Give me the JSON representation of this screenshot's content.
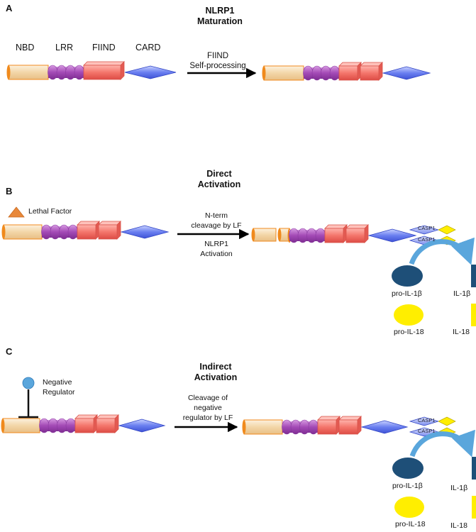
{
  "colors": {
    "nbd": "#f5dfb8",
    "nbd_edge": "#f08a1c",
    "lrr": "#b05ac0",
    "fiind": "#f46d66",
    "card": "#5a6fe8",
    "arrow": "#000000",
    "lethal_factor": "#e8883a",
    "regulator": "#5aa6dc",
    "il1b": "#1e4f78",
    "il18": "#ffee00",
    "casp_curve": "#5aa6dc"
  },
  "panel_a": {
    "letter": "A",
    "title_line1": "NLRP1",
    "title_line2": "Maturation",
    "domains": [
      "NBD",
      "LRR",
      "FIIND",
      "CARD"
    ],
    "step_line1": "FIIND",
    "step_line2": "Self-processing"
  },
  "panel_b": {
    "letter": "B",
    "title_line1": "Direct",
    "title_line2": "Activation",
    "trigger_label": "Lethal Factor",
    "step_line1": "N-term",
    "step_line2": "cleavage by LF",
    "step_line3": "NLRP1",
    "step_line4": "Activation",
    "casp_top": "CASP1",
    "casp_bottom": "CASP1",
    "pro_il1b": "pro-IL-1β",
    "il1b": "IL-1β",
    "pro_il18": "pro-IL-18",
    "il18": "IL-18"
  },
  "panel_c": {
    "letter": "C",
    "title_line1": "Indirect",
    "title_line2": "Activation",
    "regulator_line1": "Negative",
    "regulator_line2": "Regulator",
    "step_line1": "Cleavage of",
    "step_line2": "negative",
    "step_line3": "regulator by LF",
    "casp_top": "CASP1",
    "casp_bottom": "CASP1",
    "pro_il1b": "pro-IL-1β",
    "il1b": "IL-1β",
    "pro_il18": "pro-IL-18",
    "il18": "IL-18"
  }
}
